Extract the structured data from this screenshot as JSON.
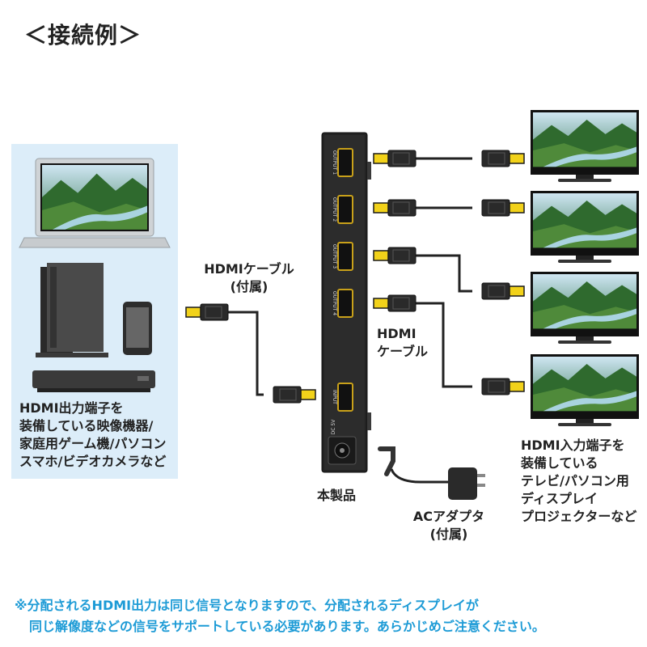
{
  "title": "＜接続例＞",
  "source_devices": {
    "label_lines": [
      "HDMI出力端子を",
      "装備している映像機器/",
      "家庭用ゲーム機/パソコン",
      "スマホ/ビデオカメラなど"
    ]
  },
  "cable_attached": {
    "label_lines": [
      "HDMIケーブル",
      "(付属)"
    ]
  },
  "cable_hdmi": {
    "label_lines": [
      "HDMI",
      "ケーブル"
    ]
  },
  "splitter": {
    "label": "本製品",
    "ports": [
      "OUTPUT 1",
      "OUTPUT 2",
      "OUTPUT 3",
      "OUTPUT 4",
      "INPUT"
    ],
    "power_label": "DC 5V"
  },
  "ac_adapter": {
    "label_lines": [
      "ACアダプタ",
      "(付属)"
    ]
  },
  "displays": {
    "label_lines": [
      "HDMI入力端子を",
      "装備している",
      "テレビ/パソコン用",
      "ディスプレイ",
      "プロジェクターなど"
    ]
  },
  "note": {
    "line1": "※分配されるHDMI出力は同じ信号となりますので、分配されるディスプレイが",
    "line2": "同じ解像度などの信号をサポートしている必要があります。あらかじめご注意ください。"
  },
  "colors": {
    "panel_bg": "#dcedf9",
    "connector": "#f2d21a",
    "cable": "#222222",
    "note_text": "#1d9bd6"
  }
}
